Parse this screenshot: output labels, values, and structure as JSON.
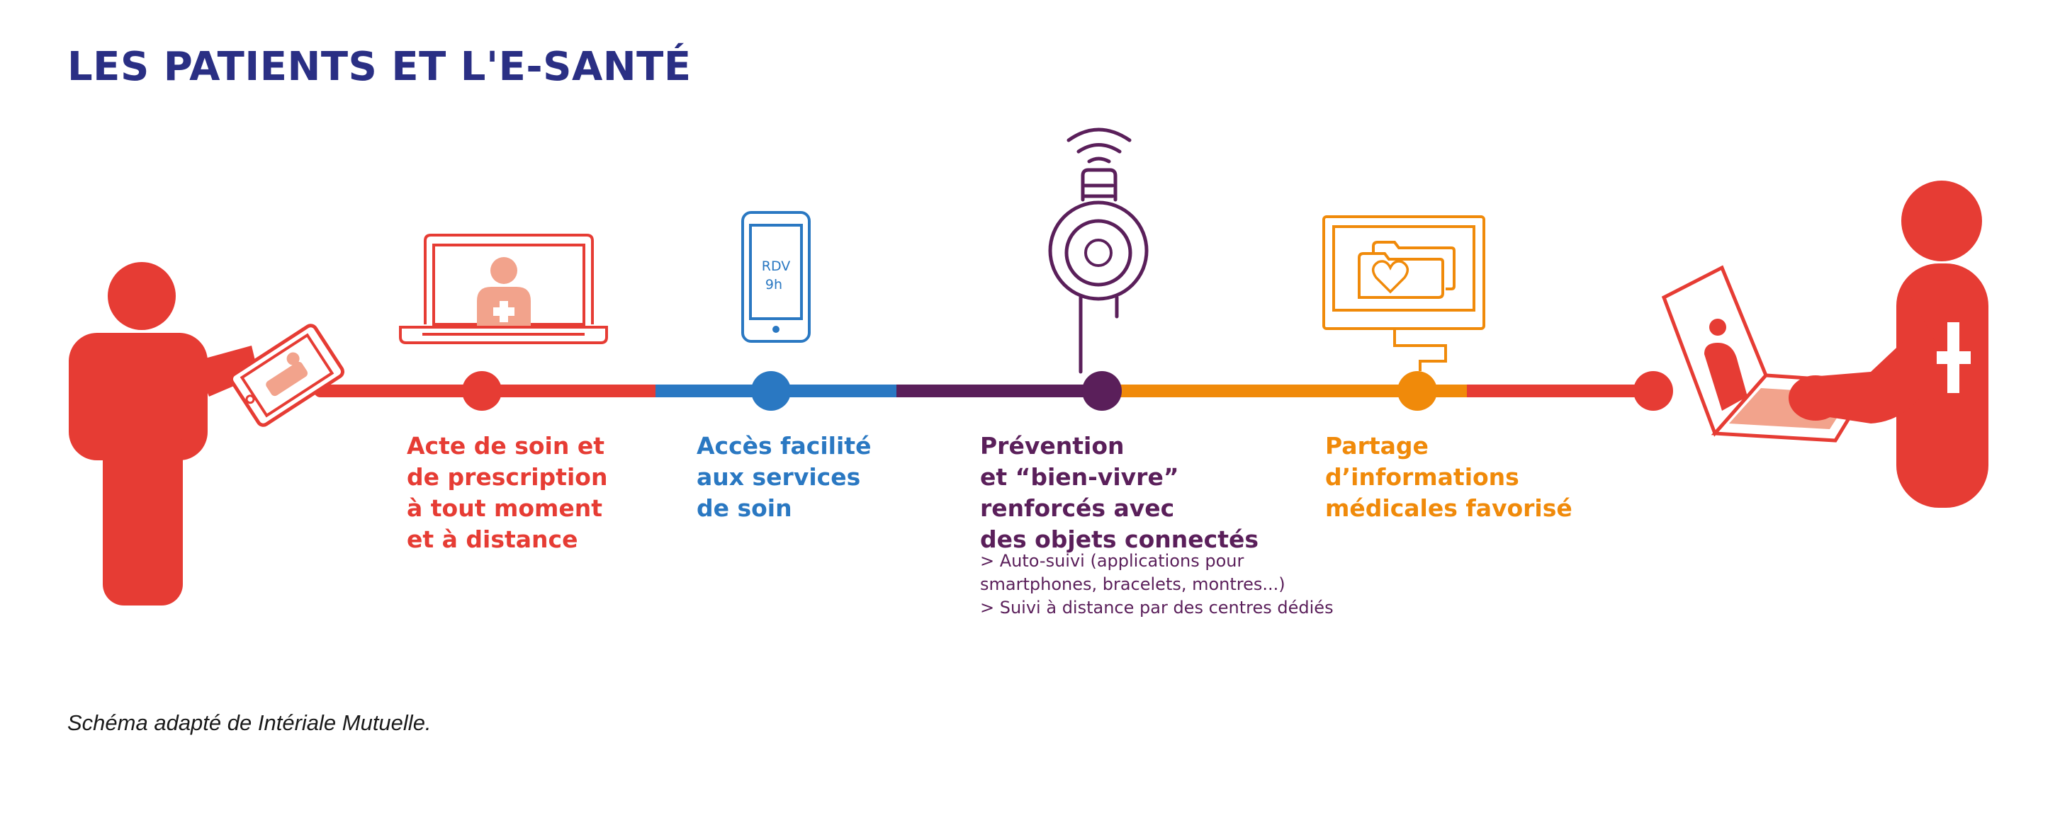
{
  "title": "LES PATIENTS ET L'E-SANTÉ",
  "icons": {
    "patient": "patient-with-tablet-icon",
    "laptop": "laptop-doctor-video-icon",
    "phone": "smartphone-appointment-icon",
    "wearable": "connected-wearable-icon",
    "monitor": "monitor-shared-files-icon",
    "doctor": "doctor-with-laptop-icon"
  },
  "phone_screen": {
    "line1": "RDV",
    "line2": "9h"
  },
  "colors": {
    "title": "#2a2f84",
    "red": "#e63c34",
    "blue": "#2a78c2",
    "purple": "#5a1f5a",
    "orange": "#f08a0a",
    "salmon": "#f2a38c"
  },
  "steps": [
    {
      "color": "#e63c34",
      "lines": [
        "Acte de soin et",
        "de prescription",
        "à tout moment",
        "et à distance"
      ]
    },
    {
      "color": "#2a78c2",
      "lines": [
        "Accès facilité",
        "aux services",
        "de soin"
      ]
    },
    {
      "color": "#5a1f5a",
      "lines": [
        "Prévention",
        "et “bien-vivre”",
        "renforcés avec",
        "des objets connectés"
      ]
    },
    {
      "color": "#f08a0a",
      "lines": [
        "Partage",
        "d’informations",
        "médicales favorisé"
      ]
    }
  ],
  "details": [
    "> Auto-suivi (applications pour",
    "smartphones, bracelets, montres...)",
    "> Suivi à distance par des centres dédiés"
  ],
  "caption": "Schéma adapté de Intériale Mutuelle."
}
